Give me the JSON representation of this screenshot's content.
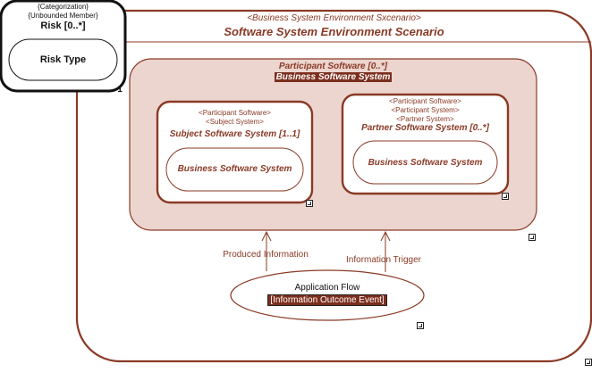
{
  "categorization_box": {
    "stereotype_1": "{Categorization}",
    "stereotype_2": "{Unbounded Member}",
    "title": "Risk [0..*]",
    "inner_label": "Risk Type",
    "tab_mark": "1"
  },
  "environment": {
    "stereotype": "<Business System Environment Sxcenario>",
    "title": "Software System Environment Scenario"
  },
  "participant": {
    "title": "Participant Software [0..*]",
    "highlight": "Business Software System"
  },
  "subject_system": {
    "stereotype_1": "<Participant Software>",
    "stereotype_2": "<Subject System>",
    "title": "Subject Software System [1..1]",
    "inner_label": "Business Software System"
  },
  "partner_system": {
    "stereotype_1": "<Participant Software>",
    "stereotype_2": "<Participant System>",
    "stereotype_3": "<Partner System>",
    "title": "Partner Software System [0..*]",
    "inner_label": "Business Software System"
  },
  "flows": {
    "produced": "Produced Information",
    "trigger": "Information Trigger"
  },
  "application_flow": {
    "title": "Application Flow",
    "event": "[Information Outcome Event]"
  },
  "colors": {
    "brown": "#8a3a26",
    "participant_fill": "#ecd5cf",
    "highlight": "#7c2e1d"
  }
}
